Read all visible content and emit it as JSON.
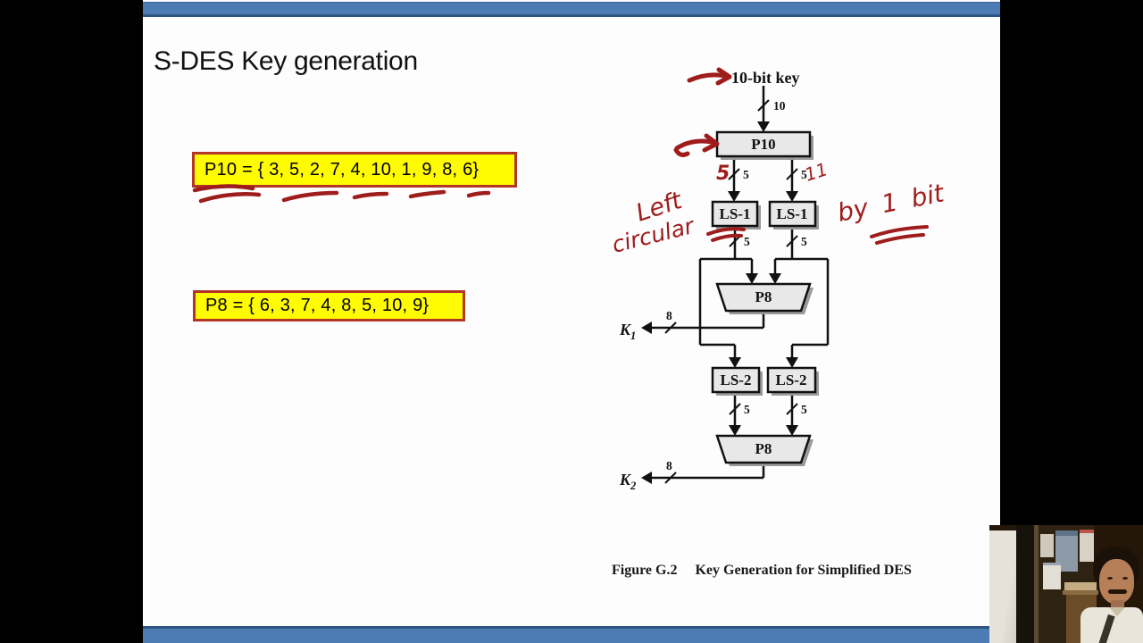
{
  "colors": {
    "accent_blue": "#4d7cb4",
    "accent_blue_dark": "#2f5584",
    "highlight_yellow": "#fffb00",
    "highlight_border_red": "#b23526",
    "ink_red": "#9e1c1c",
    "diagram_box_fill": "#e8e8e8",
    "diagram_line": "#111111"
  },
  "slide": {
    "title": "S-DES Key generation",
    "p10_text": "P10 = { 3, 5, 2, 7, 4, 10, 1, 9, 8, 6}",
    "p8_text": "P8 = { 6, 3, 7, 4, 8, 5, 10, 9}",
    "caption_label": "Figure G.2",
    "caption_title": "Key Generation for Simplified DES"
  },
  "diagram": {
    "input": "10-bit key",
    "p10": "P10",
    "ls1": "LS-1",
    "ls2": "LS-2",
    "p8": "P8",
    "k": "K",
    "k1_sub": "1",
    "k2_sub": "2",
    "bus10": "10",
    "bus5": "5",
    "bus8": "8"
  },
  "ink": {
    "left_word": "Left",
    "circular_word": "circular",
    "by_bit": "by 1 bit",
    "five": "5",
    "eleven": "11"
  }
}
